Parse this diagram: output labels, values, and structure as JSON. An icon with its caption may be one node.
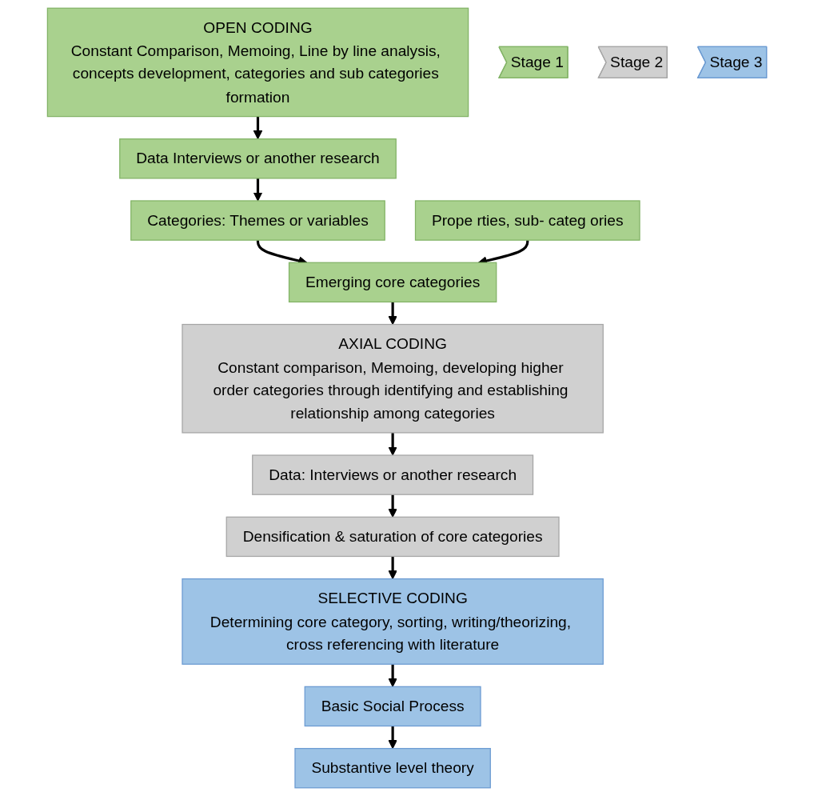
{
  "diagram": {
    "nodes": [
      {
        "text": [
          "OPEN CODING",
          "Constant Comparison, Memoing, Line by line analysis, concepts development, categories and sub categories formation"
        ]
      },
      {
        "text": [
          "Data Interviews or another research"
        ]
      },
      {
        "text": [
          "Categories: Themes or variables"
        ]
      },
      {
        "text": [
          "Prope rties, sub- categ ories"
        ]
      },
      {
        "text": [
          "Emerging core categories"
        ]
      },
      {
        "text": [
          "AXIAL CODING",
          "Constant comparison, Memoing, developing higher order categories through identifying and establishing relationship among categories"
        ]
      },
      {
        "text": [
          "Data: Interviews or another research"
        ]
      },
      {
        "text": [
          "Densification & saturation of core categories"
        ]
      },
      {
        "text": [
          "SELECTIVE CODING",
          "Determining core category, sorting, writing/theorizing, cross referencing with literature"
        ]
      },
      {
        "text": [
          "Basic Social Process"
        ]
      },
      {
        "text": [
          "Substantive level theory"
        ]
      },
      {
        "text": [
          "Stage 1"
        ]
      },
      {
        "text": [
          "Stage 2"
        ]
      },
      {
        "text": [
          "Stage 3"
        ]
      }
    ],
    "edges": [
      {
        "from": 0,
        "to": 1,
        "arrow": "to"
      },
      {
        "from": 1,
        "to": 2,
        "arrow": "to"
      },
      {
        "from": 2,
        "to": 4,
        "arrow": "to"
      },
      {
        "from": 3,
        "to": 4,
        "arrow": "to"
      },
      {
        "from": 4,
        "to": 5,
        "arrow": "to"
      },
      {
        "from": 5,
        "to": 6,
        "arrow": "to"
      },
      {
        "from": 6,
        "to": 7,
        "arrow": "to"
      },
      {
        "from": 7,
        "to": 8,
        "arrow": "to"
      },
      {
        "from": 8,
        "to": 9,
        "arrow": "to"
      },
      {
        "from": 9,
        "to": 10,
        "arrow": "to"
      }
    ]
  }
}
